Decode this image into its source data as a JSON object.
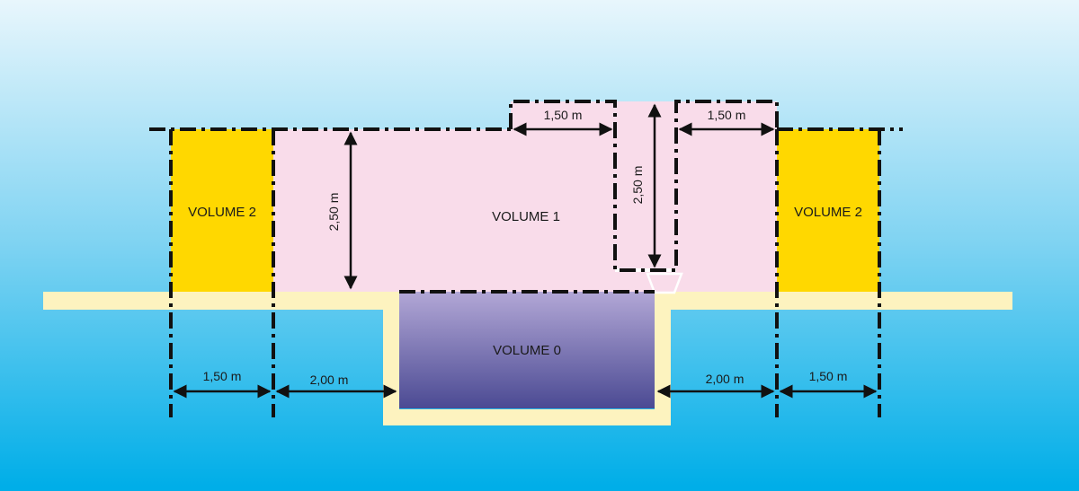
{
  "zones": {
    "volume_0": "VOLUME 0",
    "volume_1": "VOLUME 1",
    "volume_2_left": "VOLUME 2",
    "volume_2_right": "VOLUME 2"
  },
  "dimensions": {
    "height_volume_1": "2,50 m",
    "height_shower": "2,50 m",
    "top_left": "1,50 m",
    "top_right": "1,50 m",
    "bottom_left_volume_2": "1,50 m",
    "bottom_left_volume_1": "2,00 m",
    "bottom_right_volume_1": "2,00 m",
    "bottom_right_volume_2": "1,50 m"
  },
  "colors": {
    "volume_1": "#f9dcea",
    "volume_2": "#ffd800",
    "floor": "#fdf3bf",
    "sky_top": "#e8f6fc",
    "sky_bottom": "#00aee8",
    "volume_0_top": "#b2a7d6",
    "volume_0_bottom": "#4b4a93"
  }
}
